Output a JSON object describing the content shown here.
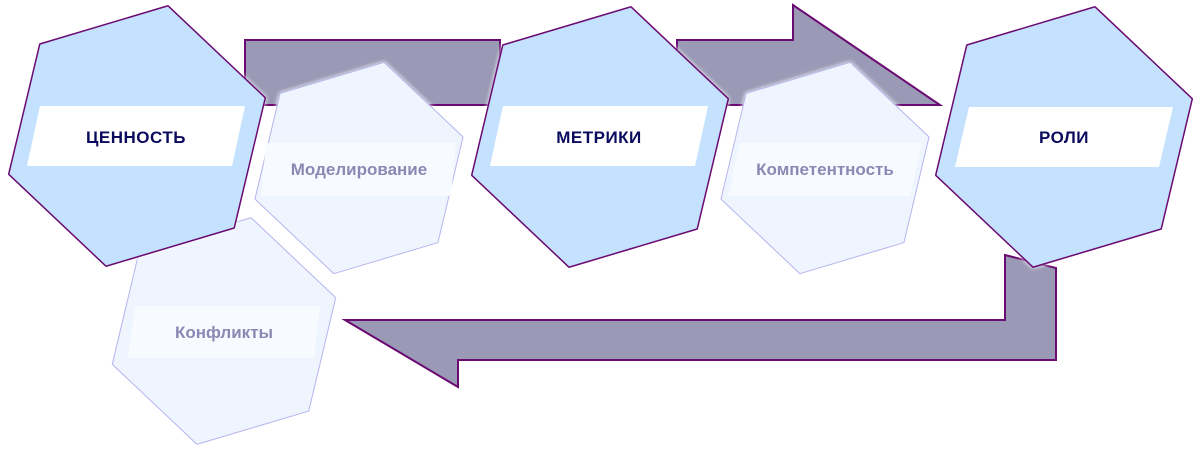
{
  "diagram": {
    "primary_nodes": [
      {
        "label": "ЦЕННОСТЬ"
      },
      {
        "label": "МЕТРИКИ"
      },
      {
        "label": "РОЛИ"
      }
    ],
    "secondary_nodes": [
      {
        "label": "Моделирование"
      },
      {
        "label": "Компетентность"
      },
      {
        "label": "Конфликты"
      }
    ]
  },
  "colors": {
    "primary_fill": "#c4e2fd",
    "primary_stroke": "#6b0a72",
    "secondary_fill": "#eef5fe",
    "secondary_stroke": "#b6b4ec",
    "arrow_fill": "#9a9ab6",
    "arrow_stroke": "#6b0a72"
  }
}
